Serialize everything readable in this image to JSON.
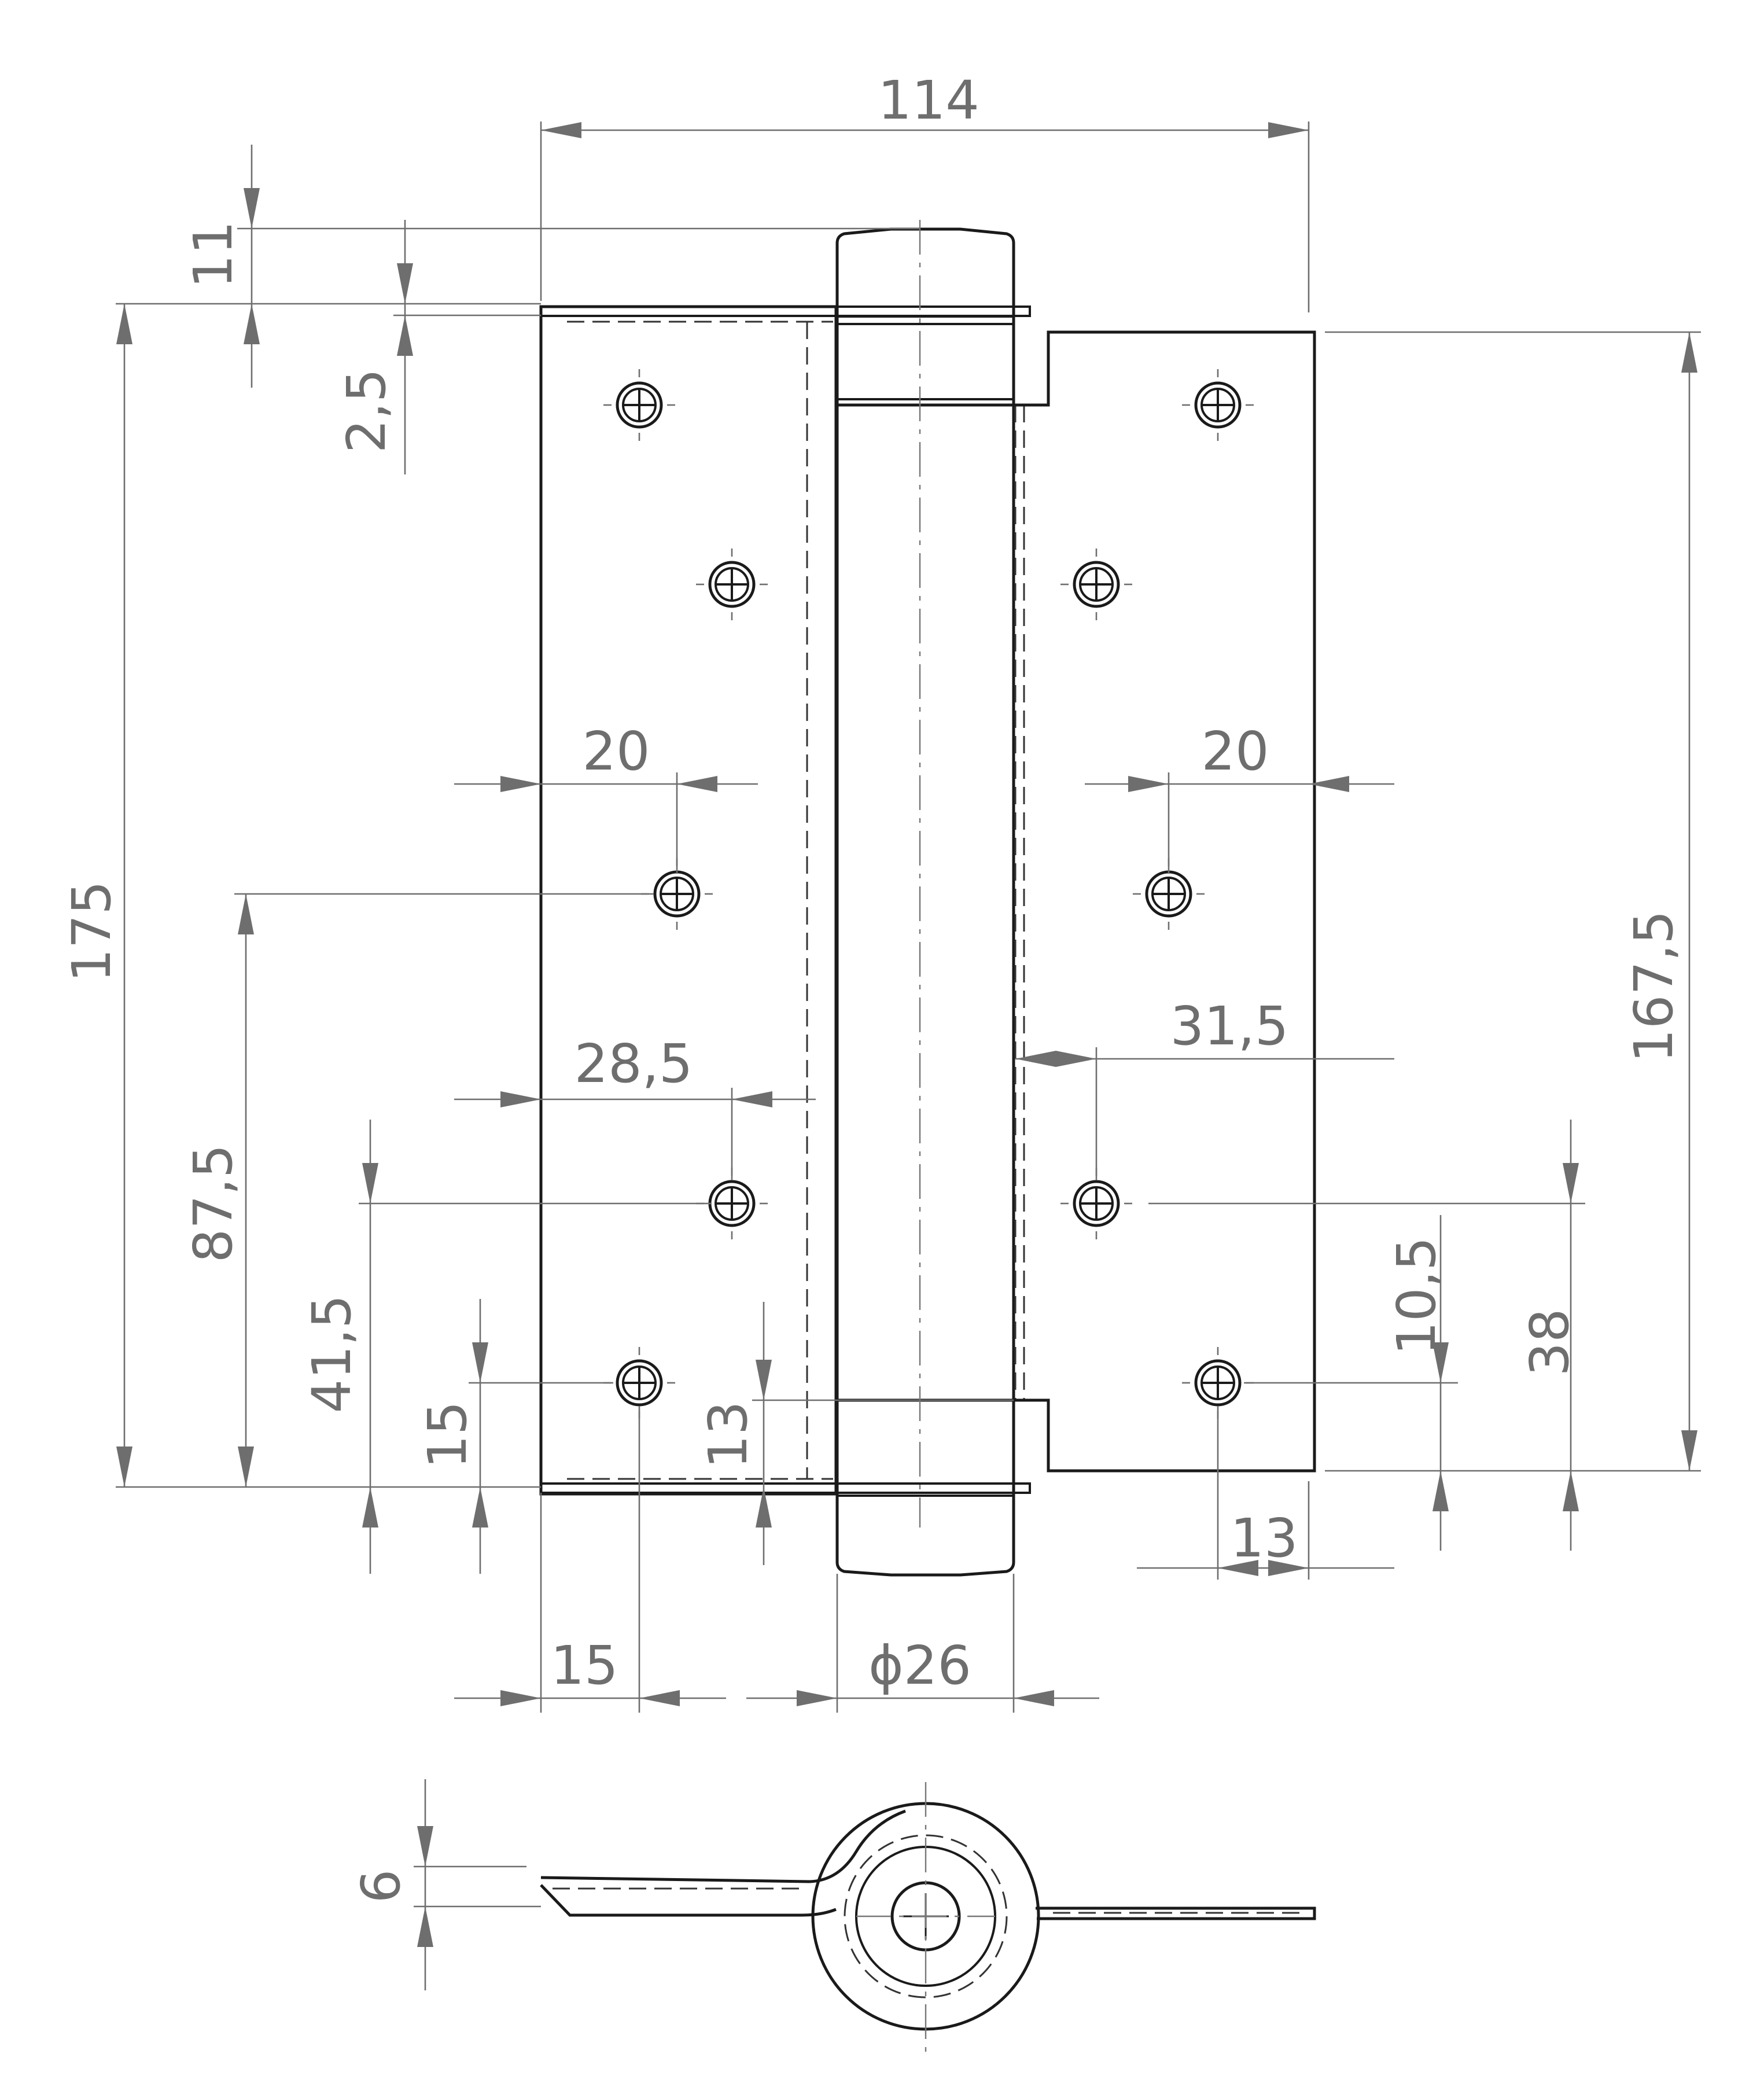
{
  "colors": {
    "outline": "#1a1a1a",
    "dimension": "#6e6e6e",
    "background": "#ffffff"
  },
  "dimensions": {
    "total_width": "114",
    "pin_top": "11",
    "plate_thickness": "2,5",
    "left_height": "175",
    "right_height": "167,5",
    "left_hole_offset": "20",
    "right_hole_offset": "20",
    "left_center_height": "87,5",
    "left_inner_offset": "28,5",
    "right_inner_offset": "31,5",
    "left_hole_height": "41,5",
    "left_bottom_hole": "15",
    "left_knuckle_gap": "13",
    "right_hole_spacing": "10,5",
    "right_hole_height": "38",
    "right_edge_offset": "13",
    "left_edge_hole": "15",
    "diameter": "ϕ26",
    "section_thickness": "6"
  }
}
